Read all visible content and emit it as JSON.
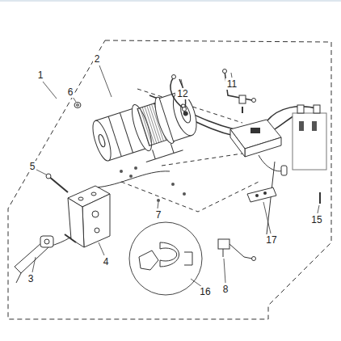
{
  "diagram": {
    "labels": [
      "1",
      "2",
      "6",
      "5",
      "3",
      "4",
      "7",
      "12",
      "11",
      "17",
      "15",
      "16",
      "8"
    ]
  }
}
